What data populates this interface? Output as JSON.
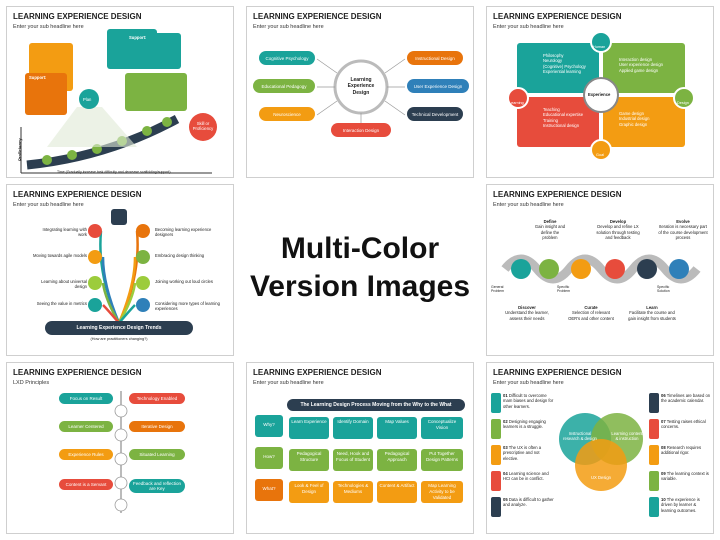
{
  "center": {
    "line1": "Multi-Color",
    "line2": "Version Images"
  },
  "thumbs": [
    {
      "title": "LEARNING EXPERIENCE DESIGN",
      "subtitle": "Enter your sub headline here"
    },
    {
      "title": "LEARNING EXPERIENCE DESIGN",
      "subtitle": "Enter your sub headline here"
    },
    {
      "title": "LEARNING EXPERIENCE DESIGN",
      "subtitle": "Enter your sub headline here"
    },
    {
      "title": "LEARNING EXPERIENCE DESIGN",
      "subtitle": "Enter your sub headline here"
    },
    {
      "title": "LEARNING EXPERIENCE DESIGN",
      "subtitle": "Enter your sub headline here"
    },
    {
      "title": "LEARNING EXPERIENCE DESIGN",
      "subtitle": "LXD Principles"
    },
    {
      "title": "LEARNING EXPERIENCE DESIGN",
      "subtitle": "Enter your sub headline here"
    },
    {
      "title": "LEARNING EXPERIENCE DESIGN",
      "subtitle": "Enter your sub headline here"
    }
  ],
  "t1": {
    "skill": "Skill or Proficiency",
    "ylabel": "Proficiency",
    "xlabel": "Time (Gradually increase task difficulty and decrease scaffolding/support)",
    "plan": "Plan",
    "support1": "Support:",
    "support2": "Support:"
  },
  "t2": {
    "center": "Learning Experience Design",
    "left": [
      "Cognitive Psychology",
      "Educational Pedagogy",
      "Neuroscience"
    ],
    "right": [
      "Instructional Design",
      "User Experience Design",
      "Technical Development"
    ],
    "bottom": "Interaction Design"
  },
  "t3": {
    "center": "Experience",
    "human": "Human",
    "learning": "Learning",
    "design": "Design",
    "goal": "Goal",
    "q1": [
      "Philosophy",
      "Neurology",
      "(Cognitive) Psychology",
      "Experiential learning"
    ],
    "q2": [
      "Interaction design",
      "User experience design",
      "Applied game design"
    ],
    "q3": [
      "Teaching",
      "Educational expertise",
      "Training",
      "Instructional design"
    ],
    "q4": [
      "Game design",
      "Industrial design",
      "Graphic design"
    ]
  },
  "t4": {
    "banner": "Learning Experience Design Trends",
    "banner_sub": "(How are practitioners changing?)",
    "left": [
      "Integrating learning with work",
      "Moving towards agile models",
      "Learning about universal design",
      "Seeing the value in metrics"
    ],
    "right": [
      "Becoming learning experience designers",
      "Embracing design thinking",
      "Joining working out loud circles",
      "Considering more types of learning experiences"
    ]
  },
  "t5": {
    "top": [
      {
        "title": "Define",
        "text": "Gain insight and define the problem"
      },
      {
        "title": "Develop",
        "text": "Develop and refine LX solution through testing and feedback"
      },
      {
        "title": "Evolve",
        "text": "Iteration is necessary part of the course development process"
      }
    ],
    "bottom": [
      {
        "title": "Discover",
        "text": "Understand the learner, assess their needs"
      },
      {
        "title": "Curate",
        "text": "Selection of relevant OER's and other content"
      },
      {
        "title": "Learn",
        "text": "Facilitate the course and gain insight from students"
      }
    ],
    "small": [
      "General Problem",
      "Specific Problem",
      "Specific Solution"
    ]
  },
  "t6": {
    "left": [
      "Focus on Result",
      "Learner Centered",
      "Experience Rules",
      "Content is a Servant"
    ],
    "right": [
      "Technology Enabled",
      "Iterative Design",
      "Situated Learning",
      "Feedback and reflection are Key"
    ]
  },
  "t7": {
    "header": "The Learning Design Process Moving from the Why to the What",
    "rows": [
      {
        "label": "Why?",
        "cells": [
          "Learn Experience",
          "Identify Domain",
          "Map Values",
          "Conceptualize Vision"
        ]
      },
      {
        "label": "How?",
        "cells": [
          "Pedagogical Structure",
          "Need, Hook and Focus of Student",
          "Pedagogical Approach",
          "Put Together Design Patterns"
        ]
      },
      {
        "label": "What?",
        "cells": [
          "Look & Feel of Design",
          "Technologies & Mediums",
          "Content & Artifact",
          "Map Learning Activity to be Validated"
        ]
      }
    ]
  },
  "t8": {
    "left": [
      {
        "n": "01",
        "text": "Difficult to overcome mam biases and design for other learners."
      },
      {
        "n": "02",
        "text": "Designing engaging learners is a struggle."
      },
      {
        "n": "03",
        "text": "The UX is often a prescriptive and not elective."
      },
      {
        "n": "04",
        "text": "Learning science and HCI can be in conflict."
      },
      {
        "n": "05",
        "text": "Data is difficult to gather and analyze."
      }
    ],
    "right": [
      {
        "n": "06",
        "text": "Timelines are based on the academic calendar."
      },
      {
        "n": "07",
        "text": "Testing raises ethical concerns."
      },
      {
        "n": "08",
        "text": "Research requires additional rigor."
      },
      {
        "n": "09",
        "text": "The learning context is variable."
      },
      {
        "n": "10",
        "text": "The experience is driven by learner & learning outcomes."
      }
    ],
    "venn": [
      "Instructional research & design",
      "Learning content & instruction",
      "UX Design"
    ]
  },
  "colors": {
    "teal": "#1aa39a",
    "green": "#7cb342",
    "orange": "#f39c12",
    "red": "#e74c3c",
    "navy": "#2c3e50",
    "blue": "#2f80b9"
  }
}
